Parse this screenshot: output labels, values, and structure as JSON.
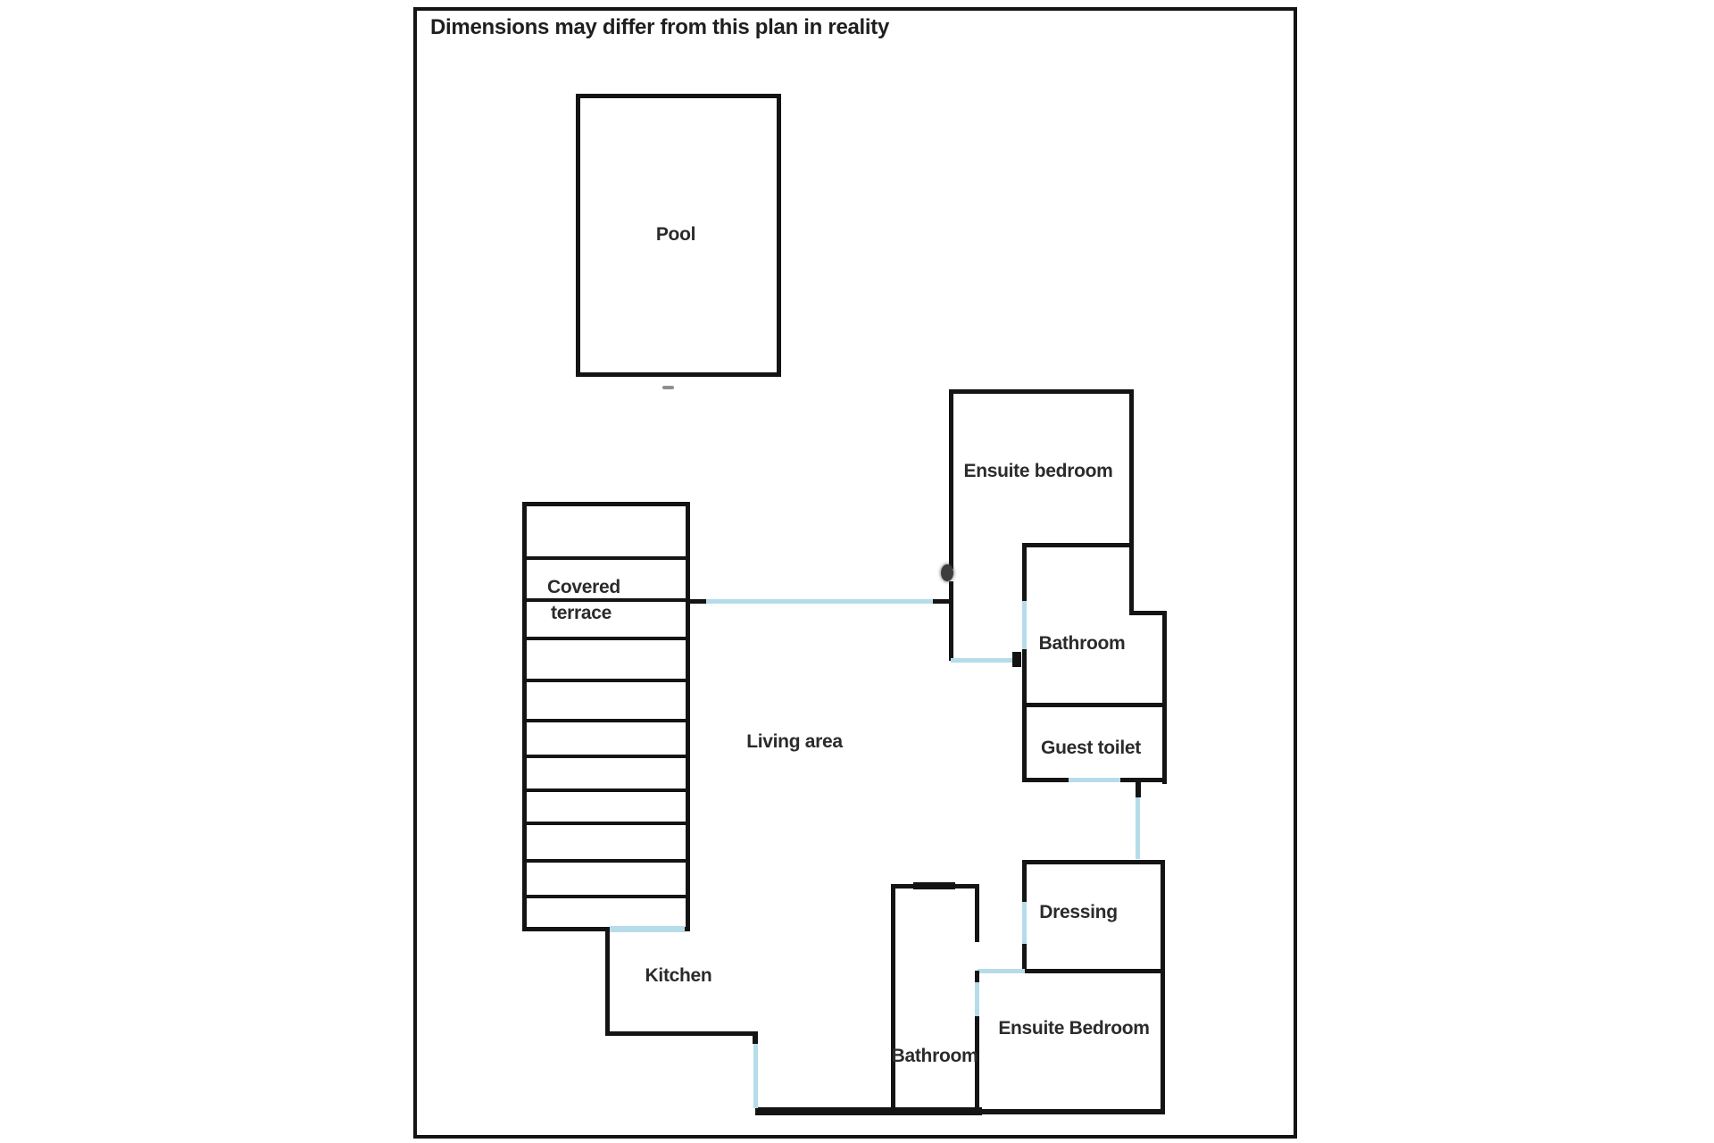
{
  "disclaimer": "Dimensions may differ from this plan in reality",
  "colors": {
    "wall": "#141414",
    "opening": "#b6dcea",
    "text": "#2b2b2b"
  },
  "labels": {
    "pool": "Pool",
    "covered_terrace_line1": "Covered",
    "covered_terrace_line2": "terrace",
    "ensuite_bedroom_top": "Ensuite bedroom",
    "bathroom_top": "Bathroom",
    "guest_toilet": "Guest toilet",
    "living_area": "Living area",
    "dressing": "Dressing",
    "kitchen": "Kitchen",
    "bathroom_bottom": "Bathroom",
    "ensuite_bedroom_bottom": "Ensuite Bedroom"
  }
}
